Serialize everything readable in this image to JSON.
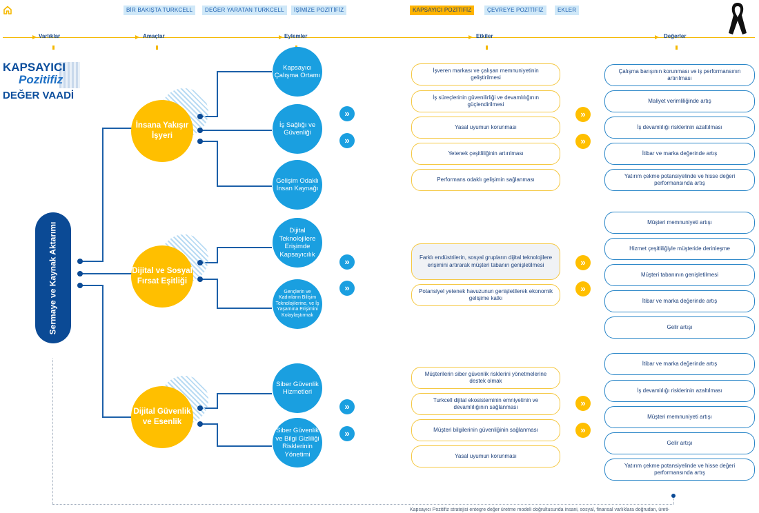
{
  "nav": [
    {
      "label": "BİR BAKIŞTA TURKCELL",
      "active": false
    },
    {
      "label": "DEĞER YARATAN TURKCELL",
      "active": false
    },
    {
      "label": "İŞİMİZE POZİTİFİZ",
      "active": false
    },
    {
      "label": "KAPSAYICI POZİTİFİZ",
      "active": true
    },
    {
      "label": "ÇEVREYE POZİTİFİZ",
      "active": false
    },
    {
      "label": "EKLER",
      "active": false
    }
  ],
  "headers": {
    "h1": "Varlıklar",
    "h2": "Amaçlar",
    "h3": "Eylemler",
    "h4": "Etkiler",
    "h5": "Değerler"
  },
  "logo": {
    "line1": "KAPSAYICI",
    "line2": "Pozitifiz",
    "line3": "DEĞER VAADİ"
  },
  "assets": {
    "pill": "Sermaye ve Kaynak Aktarımı"
  },
  "goals": [
    "İnsana Yakışır İşyeri",
    "Dijital ve Sosyal Fırsat Eşitliği",
    "Dijital Güvenlik ve Esenlik"
  ],
  "actions": [
    "Kapsayıcı Çalışma Ortamı",
    "İş Sağlığı ve Güvenliği",
    "Gelişim Odaklı İnsan Kaynağı",
    "Dijital Teknolojilere Erişimde Kapsayıcılık",
    "Gençlerin ve Kadınların Bilişim Teknolojilerine, ve İş Yaşamına Erişimini Kolaylaştırmak",
    "Siber Güvenlik Hizmetleri",
    "Siber Güvenlik ve Bilgi Gizliliği Risklerinin Yönetimi"
  ],
  "effects": [
    "İşveren markası ve çalışan memnuniyetinin geliştirilmesi",
    "İş süreçlerinin güvenilirliği ve devamlılığının güçlendirilmesi",
    "Yasal uyumun korunması",
    "Yetenek çeşitliliğinin artırılması",
    "Performans odaklı gelişimin sağlanması",
    "Farklı endüstrilerin, sosyal grupların dijital teknolojilere erişimini artırarak müşteri tabanın genişletilmesi",
    "Potansiyel yetenek havuzunun genişletilerek ekonomik gelişime katkı",
    "Müşterilerin siber güvenlik risklerini yönetmelerine destek olmak",
    "Turkcell dijital ekosisteminin emniyetinin ve devamlılığının sağlanması",
    "Müşteri bilgilerinin güvenliğinin sağlanması",
    "Yasal uyumun korunması"
  ],
  "values": [
    "Çalışma barışının korunması ve iş performansının artırılması",
    "Maliyet verimliliğinde artış",
    "İş devamlılığı risklerinin azaltılması",
    "İtibar ve marka değerinde artış",
    "Yatırım çekme potansiyelinde ve hisse değeri performansında artış",
    "Müşteri memnuniyeti artışı",
    "Hizmet çeşitliliğiyle müşteride derinleşme",
    "Müşteri tabanının genişletilmesi",
    "İtibar ve marka değerinde artış",
    "Gelir artışı",
    "İtibar ve marka değerinde artış",
    "İş devamlılığı risklerinin azaltılması",
    "Müşteri memnuniyeti artışı",
    "Gelir artışı",
    "Yatırım çekme potansiyelinde ve hisse değeri performansında artış"
  ],
  "chevron_glyph": "»",
  "footer": "Kapsayıcı Pozitifiz stratejisi entegre değer üretme modeli doğrultusunda insani, sosyal, finansal varlıklara doğrudan, üreti-"
}
